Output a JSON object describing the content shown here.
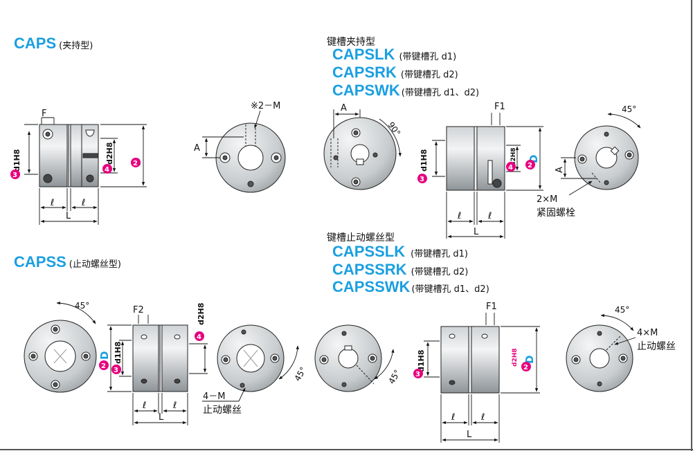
{
  "caps": {
    "code": "CAPS",
    "note": "(夹持型)"
  },
  "keyway_clamp": {
    "heading": "键槽夹持型",
    "items": [
      {
        "code": "CAPSLK",
        "note": "(带键槽孔 d1)"
      },
      {
        "code": "CAPSRK",
        "note": "(带键槽孔 d2)"
      },
      {
        "code": "CAPSWK",
        "note": "(带键槽孔 d1、d2)"
      }
    ]
  },
  "capss": {
    "code": "CAPSS",
    "note": "(止动螺丝型)"
  },
  "keyway_setscrew": {
    "heading": "键槽止动螺丝型",
    "items": [
      {
        "code": "CAPSSLK",
        "note": "(带键槽孔 d1)"
      },
      {
        "code": "CAPSSRK",
        "note": "(带键槽孔 d2)"
      },
      {
        "code": "CAPSSWK",
        "note": "(带键槽孔 d1、d2)"
      }
    ]
  },
  "labels": {
    "F": "F",
    "F1": "F1",
    "F2": "F2",
    "A": "A",
    "L": "L",
    "ell": "ℓ",
    "d1": "d1H8",
    "d2": "d2H8",
    "D": "D",
    "m2": "※2－M",
    "ang45": "45°",
    "ang90": "90°",
    "m2x": "2×M",
    "setscrew_cn": "紧固螺栓",
    "m4": "4－M",
    "m4x": "4×M",
    "stop_cn": "止动螺丝",
    "n2": "2",
    "n3": "3",
    "n4": "4"
  },
  "colors": {
    "accent": "#1a9fe0",
    "badge": "#e6007e",
    "line": "#111111"
  }
}
